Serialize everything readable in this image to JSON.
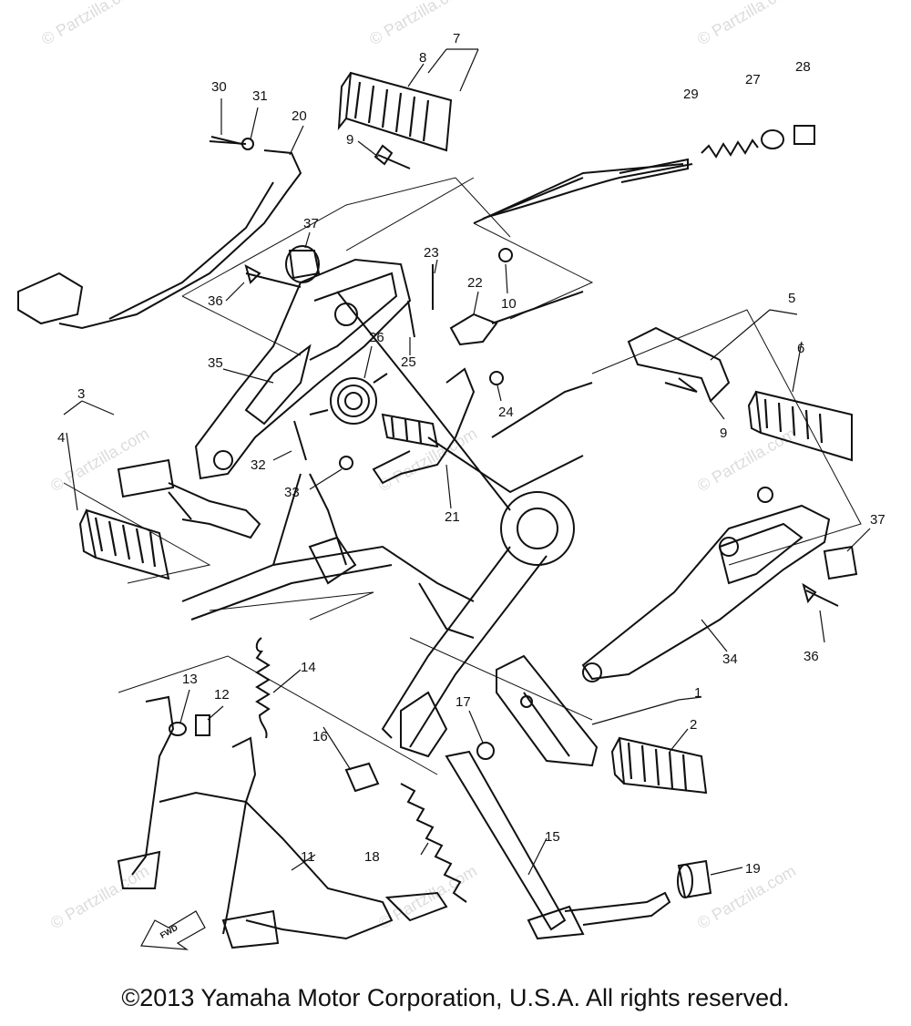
{
  "watermark": "© Partzilla.com",
  "copyright": "©2013 Yamaha Motor Corporation, U.S.A. All rights reserved.",
  "fwd_label": "FWD",
  "callouts": [
    "1",
    "2",
    "3",
    "4",
    "5",
    "6",
    "7",
    "8",
    "9",
    "9",
    "9",
    "10",
    "11",
    "12",
    "13",
    "14",
    "15",
    "16",
    "17",
    "18",
    "19",
    "20",
    "21",
    "22",
    "23",
    "24",
    "25",
    "26",
    "27",
    "28",
    "29",
    "30",
    "31",
    "32",
    "33",
    "34",
    "35",
    "36",
    "36",
    "37",
    "37"
  ]
}
